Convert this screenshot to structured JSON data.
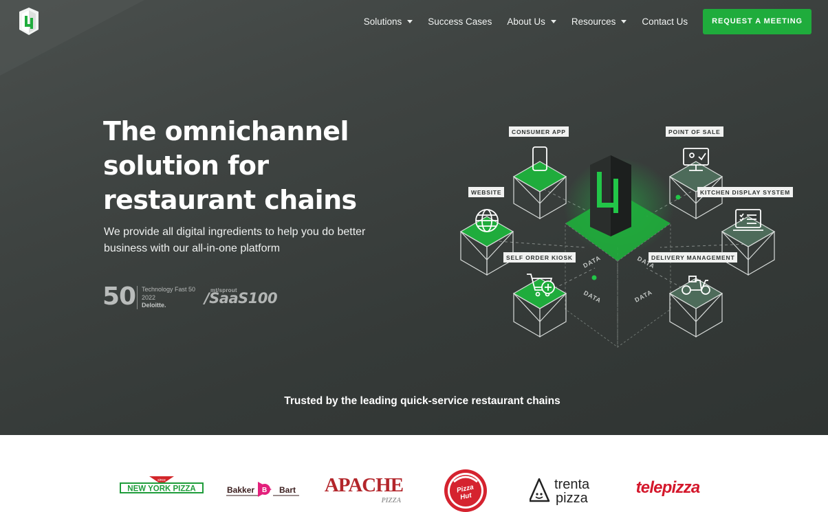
{
  "nav": {
    "items": [
      {
        "label": "Solutions",
        "dropdown": true
      },
      {
        "label": "Success Cases",
        "dropdown": false
      },
      {
        "label": "About Us",
        "dropdown": true
      },
      {
        "label": "Resources",
        "dropdown": true
      },
      {
        "label": "Contact Us",
        "dropdown": false
      }
    ],
    "cta_label": "REQUEST A MEETING"
  },
  "hero": {
    "headline_line1": "The omnichannel",
    "headline_line2": "solution for",
    "headline_line3": "restaurant chains",
    "subtext_line1": "We provide all digital ingredients to help you do better",
    "subtext_line2": "business with our all-in-one platform"
  },
  "awards": {
    "deloitte_number": "50",
    "deloitte_line1": "Technology Fast 50",
    "deloitte_line2": "2022",
    "deloitte_line3": "Deloitte.",
    "saas_small": "mt/sprout",
    "saas_big": "/SaaS100"
  },
  "diagram": {
    "labels": {
      "consumer_app": "CONSUMER APP",
      "point_of_sale": "POINT OF SALE",
      "website": "WEBSITE",
      "kitchen_display": "KITCHEN DISPLAY SYSTEM",
      "self_order_kiosk": "SELF ORDER KIOSK",
      "delivery_management": "DELIVERY MANAGEMENT"
    },
    "data_text": "DATA"
  },
  "trusted": "Trusted by the leading quick-service restaurant chains",
  "clients": {
    "nyp_small": "since",
    "nyp": "NEW YORK PIZZA",
    "bakker_left": "Bakker",
    "bakker_right": "Bart",
    "apache": "APACHE",
    "apache_sub": "PIZZA",
    "pizzahut_1": "Pizza",
    "pizzahut_2": "Hut",
    "trenta_1": "trenta",
    "trenta_2": "pizza",
    "telepizza": "telepizza"
  },
  "colors": {
    "accent": "#1fac3c",
    "hero_bg": "#3f4442",
    "green_glow": "#22c648"
  }
}
